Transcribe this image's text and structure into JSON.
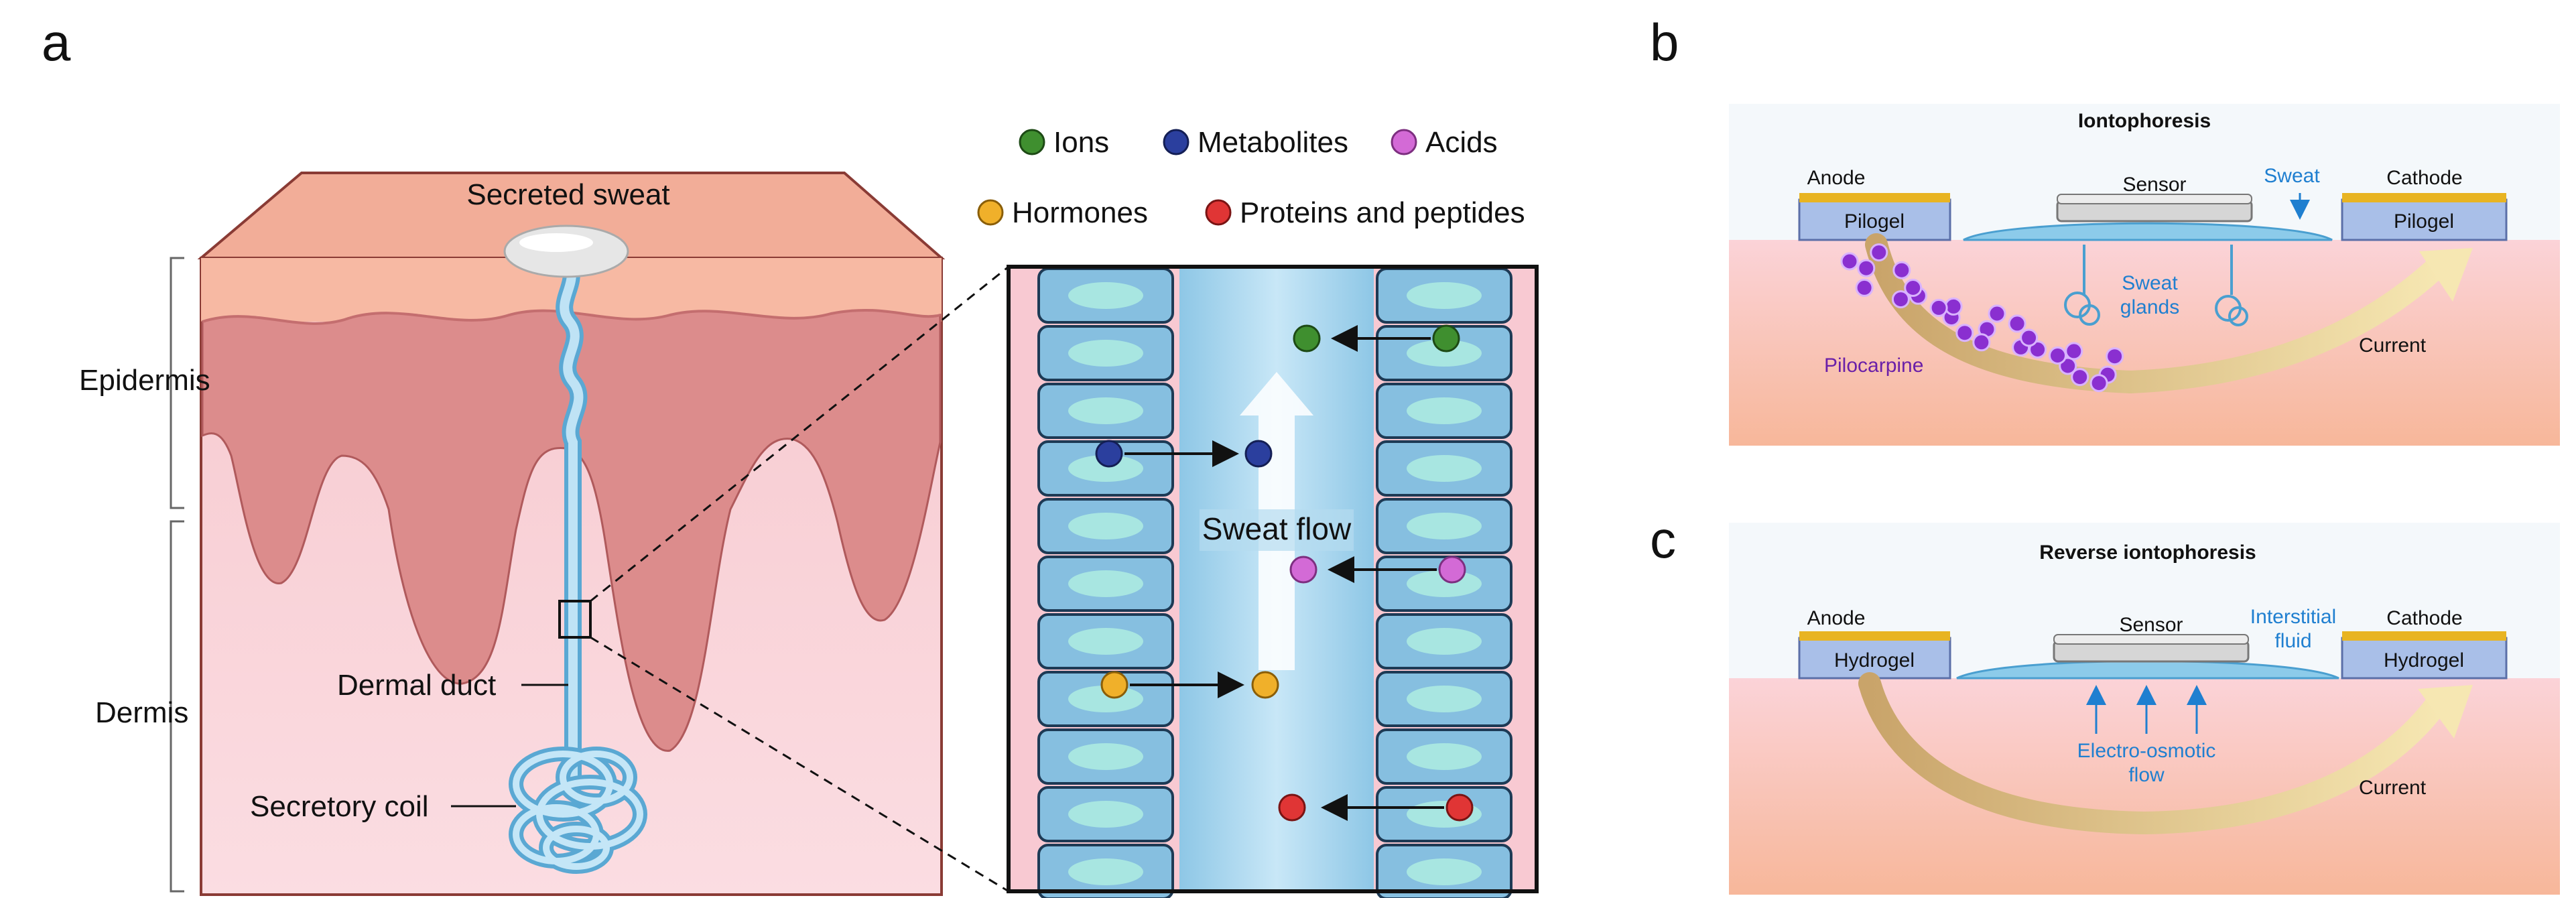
{
  "panel_a": {
    "letter": "a",
    "epidermis": "Epidermis",
    "dermis": "Dermis",
    "secreted_sweat": "Secreted sweat",
    "dermal_duct": "Dermal duct",
    "secretory_coil": "Secretory coil",
    "sweat_flow": "Sweat flow",
    "legend": [
      {
        "label": "Ions",
        "color": "#3f8f2f"
      },
      {
        "label": "Metabolites",
        "color": "#2b3f9e"
      },
      {
        "label": "Acids",
        "color": "#d36ad6"
      },
      {
        "label": "Hormones",
        "color": "#f0b02a"
      },
      {
        "label": "Proteins and peptides",
        "color": "#e03535"
      }
    ]
  },
  "panel_b": {
    "letter": "b",
    "title": "Iontophoresis",
    "anode": "Anode",
    "cathode": "Cathode",
    "sensor": "Sensor",
    "sweat": "Sweat",
    "gel_left": "Pilogel",
    "gel_right": "Pilogel",
    "sweat_glands_1": "Sweat",
    "sweat_glands_2": "glands",
    "pilocarpine": "Pilocarpine",
    "current": "Current"
  },
  "panel_c": {
    "letter": "c",
    "title": "Reverse iontophoresis",
    "anode": "Anode",
    "cathode": "Cathode",
    "sensor": "Sensor",
    "isf_1": "Interstitial",
    "isf_2": "fluid",
    "gel_left": "Hydrogel",
    "gel_right": "Hydrogel",
    "eo_1": "Electro-osmotic",
    "eo_2": "flow",
    "current": "Current"
  }
}
